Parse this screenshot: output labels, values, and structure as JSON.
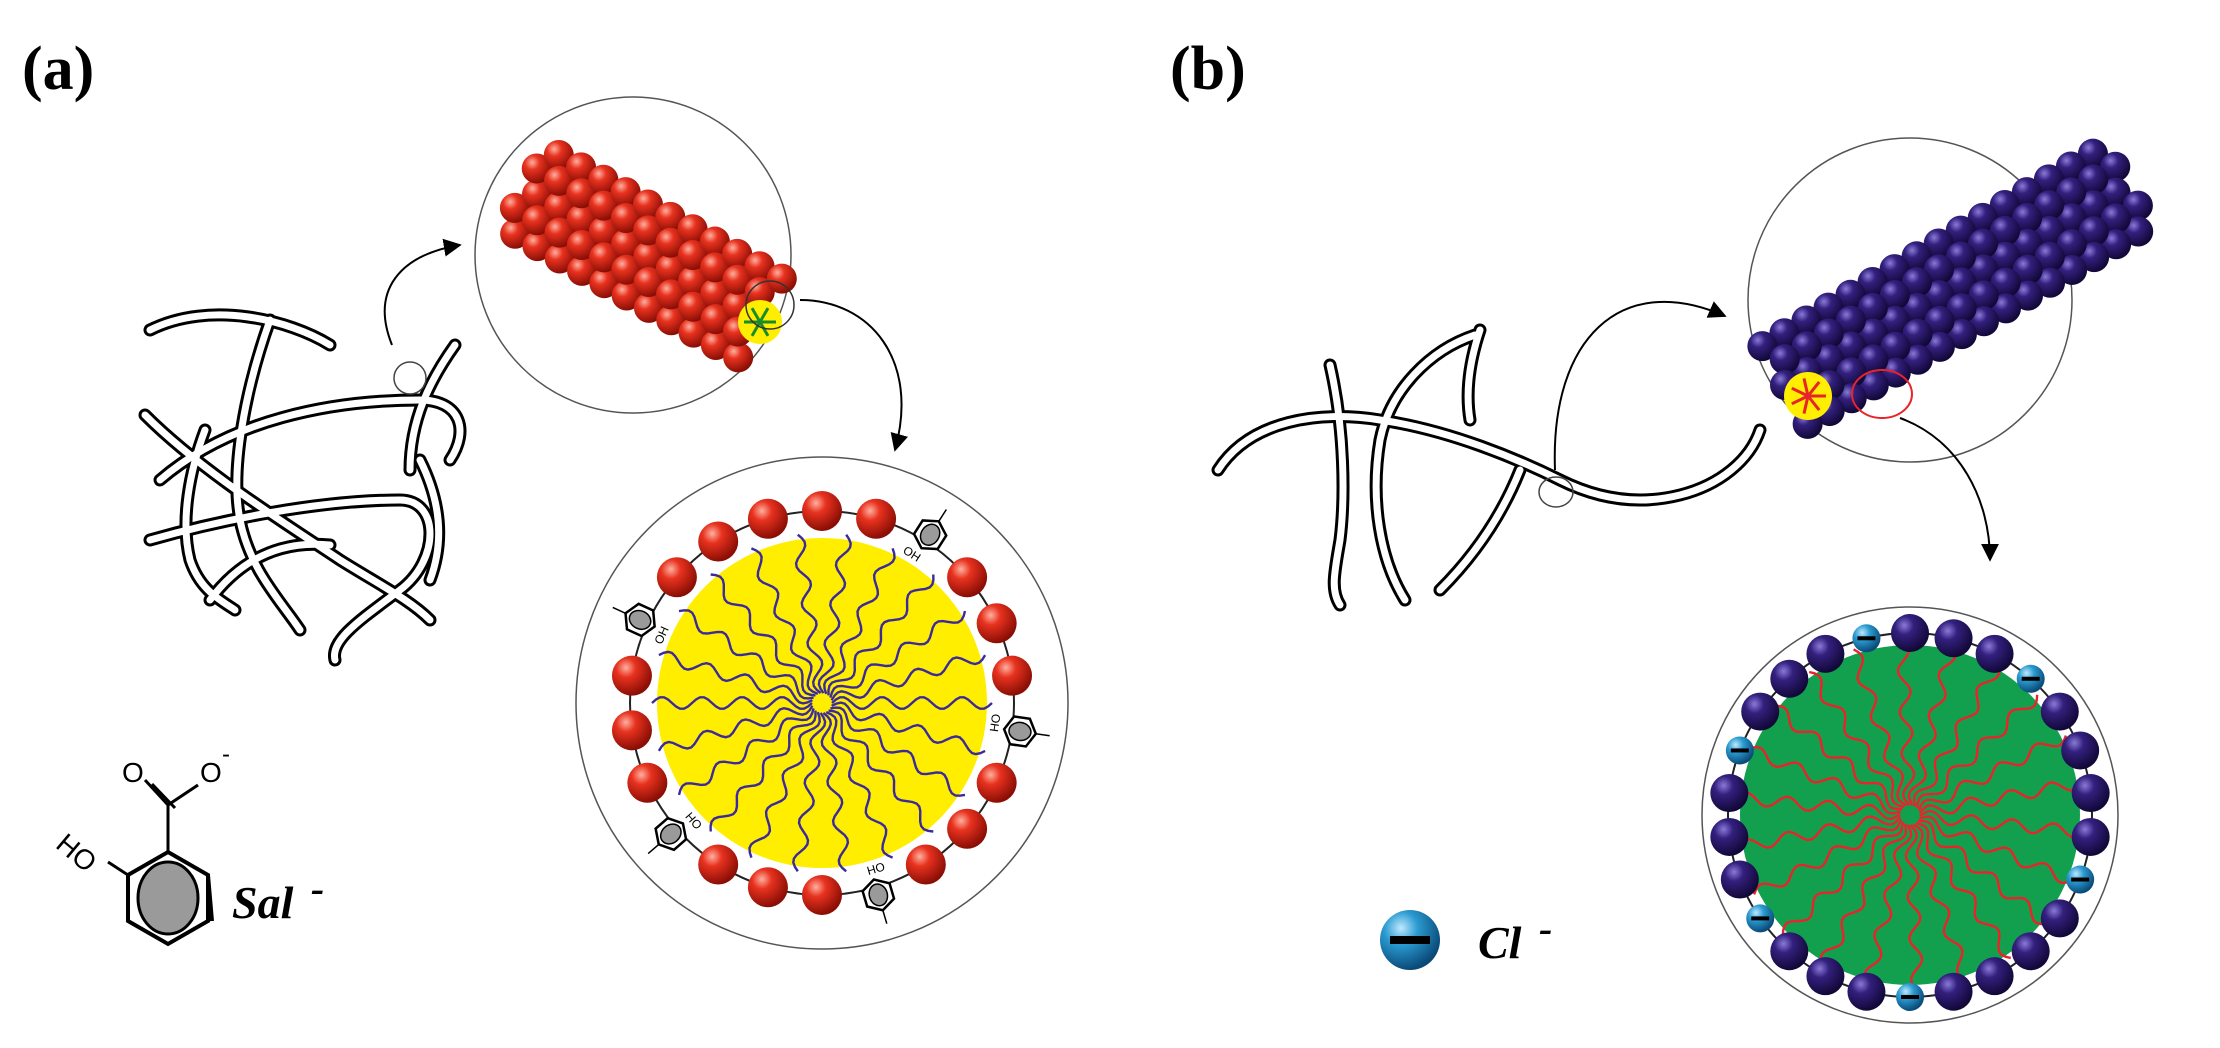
{
  "figure": {
    "panel_a": {
      "label": "(a)",
      "ion_label": "Sal"
    },
    "panel_b": {
      "label": "(b)",
      "ion_label": "Cl"
    },
    "structure_labels": {
      "hydroxyl": "HO",
      "carbonyl_o": "O",
      "carboxylate_o": "O",
      "minus": "-",
      "oh": "OH"
    },
    "colors": {
      "headgroup_a": "#d9281a",
      "core_a": "#ffee00",
      "headgroup_b": "#2b1a6e",
      "core_b": "#12a04f",
      "chloride": "#2a9ad0",
      "tail_a": "#3a2a9c",
      "tail_b": "#e8242a",
      "salicylate_ring": "#9a9a9a"
    }
  }
}
